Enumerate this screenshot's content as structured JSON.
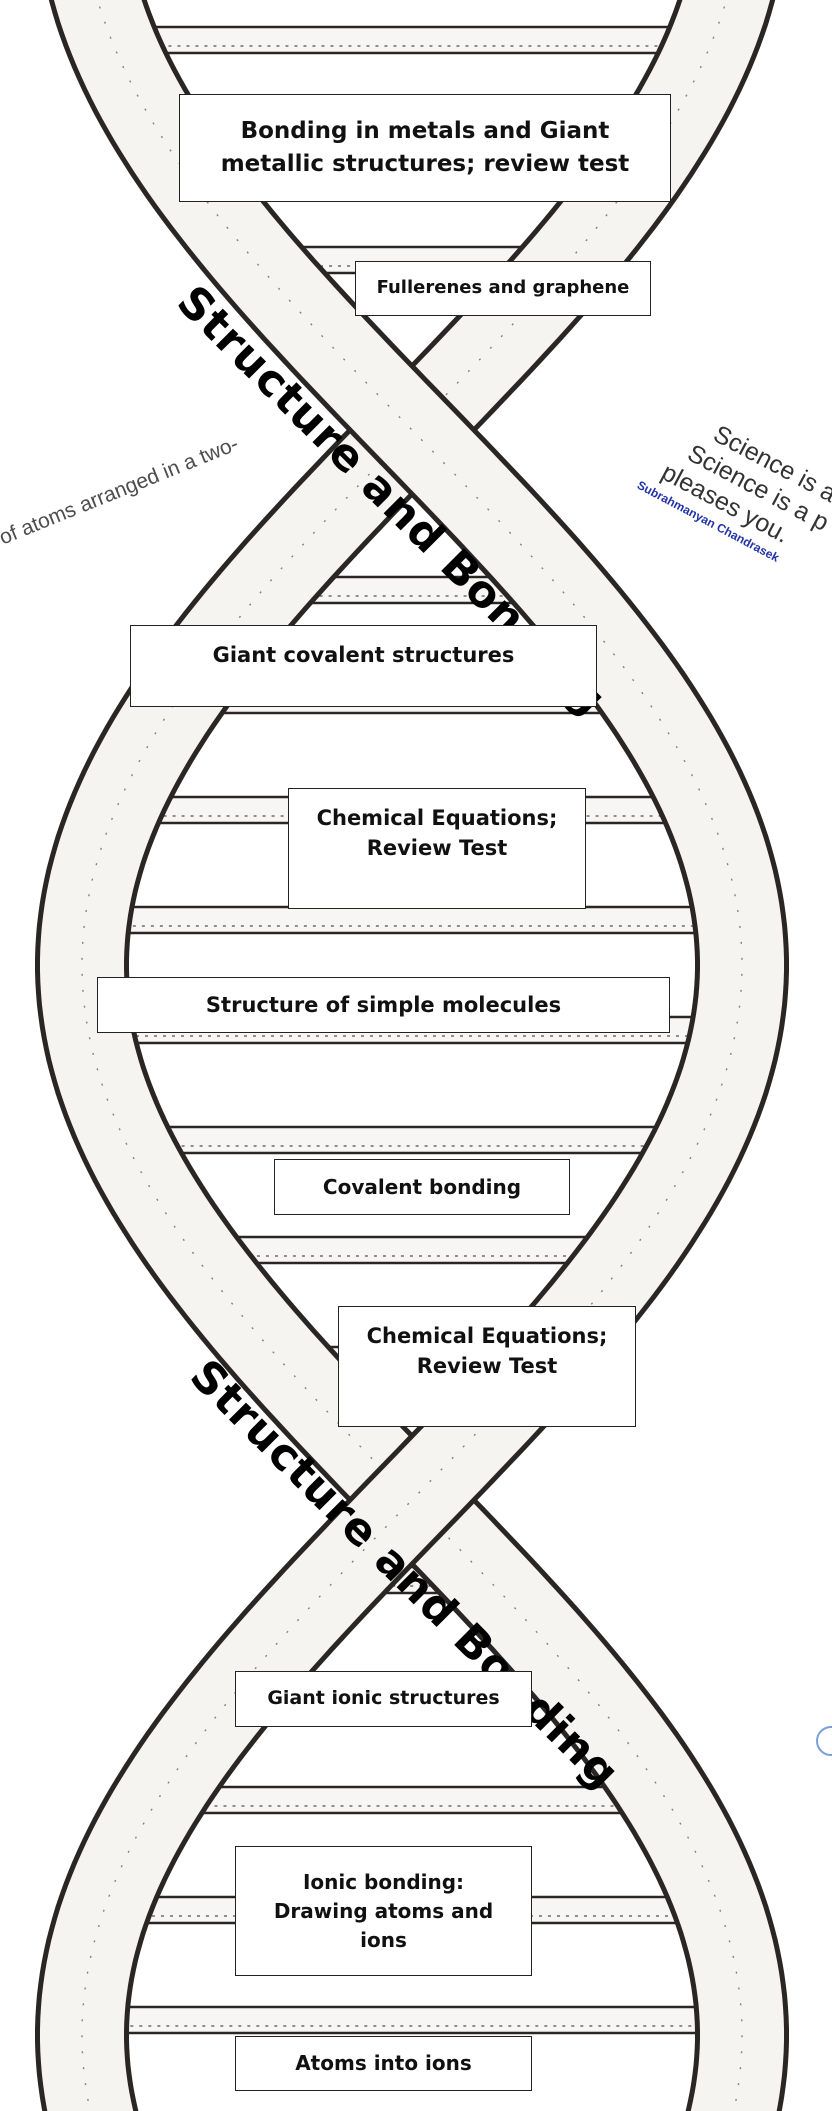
{
  "helix_titles": [
    "Structure and Bonding",
    "Structure and Bonding"
  ],
  "boxes": [
    "Bonding in metals and Giant metallic structures; review test",
    "Fullerenes and graphene",
    "Giant covalent structures",
    "Chemical Equations;\nReview Test",
    "Structure of simple molecules",
    "Covalent bonding",
    "Chemical Equations;\nReview Test",
    "Giant ionic structures",
    "Ionic bonding:\nDrawing atoms and ions",
    "Atoms into ions"
  ],
  "left_fragment": "of atoms arranged in a two-",
  "quote": {
    "line1": "Science is a",
    "line2": "Science is a p",
    "line3": "pleases you.",
    "author": "Subrahmanyan Chandrasek"
  },
  "colors": {
    "ink": "#2a2623",
    "backbone": "#f6f4f1",
    "author": "#2233aa",
    "fragment": "#4d4d4d"
  }
}
